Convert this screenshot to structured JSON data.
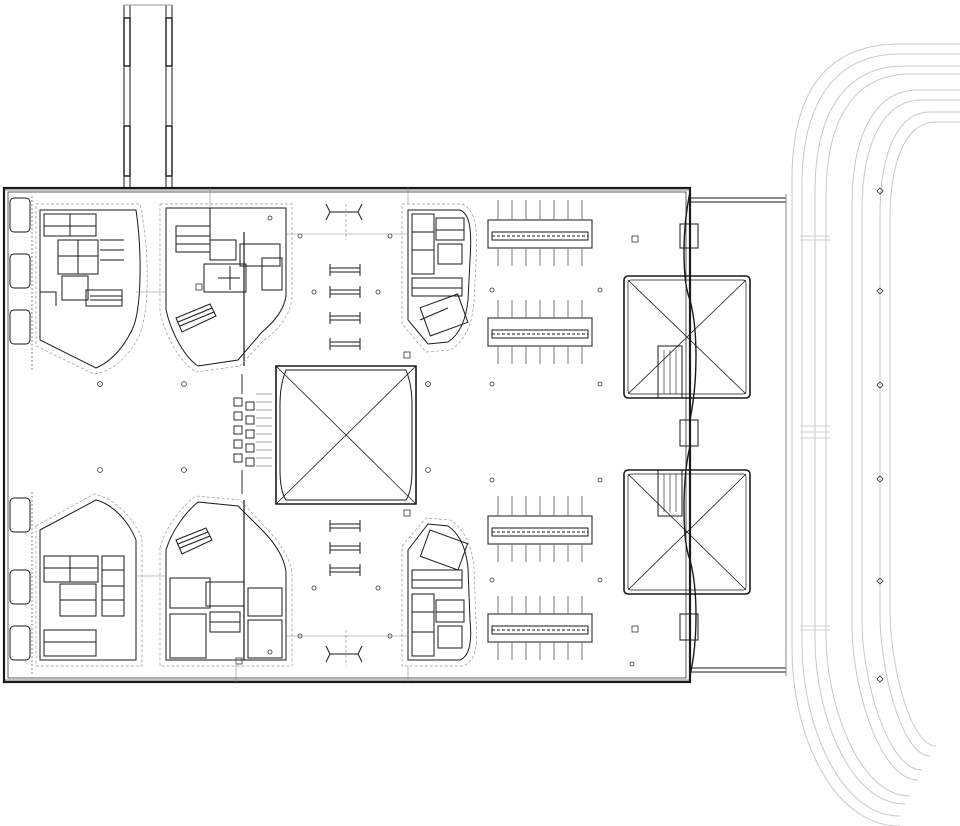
{
  "drawing": {
    "type": "architectural-floor-plan",
    "background": "#ffffff",
    "line_color": "#1a1a1a",
    "faint_line_color": "#c9c9c9",
    "text_labels": []
  },
  "elements": {
    "north_bridge": "pedestrian-bridge",
    "main_hall": "terminal-hall",
    "atrium": "central-atrium-void",
    "core_blocks": [
      "core-northwest",
      "core-southwest",
      "core-north-center",
      "core-south-center",
      "core-north-east",
      "core-south-east"
    ],
    "ticket_islands": [
      "island-1",
      "island-2",
      "island-3",
      "island-4"
    ],
    "east_voids": [
      "east-void-north",
      "east-void-south"
    ],
    "roadway": "curved-approach-roadway"
  }
}
